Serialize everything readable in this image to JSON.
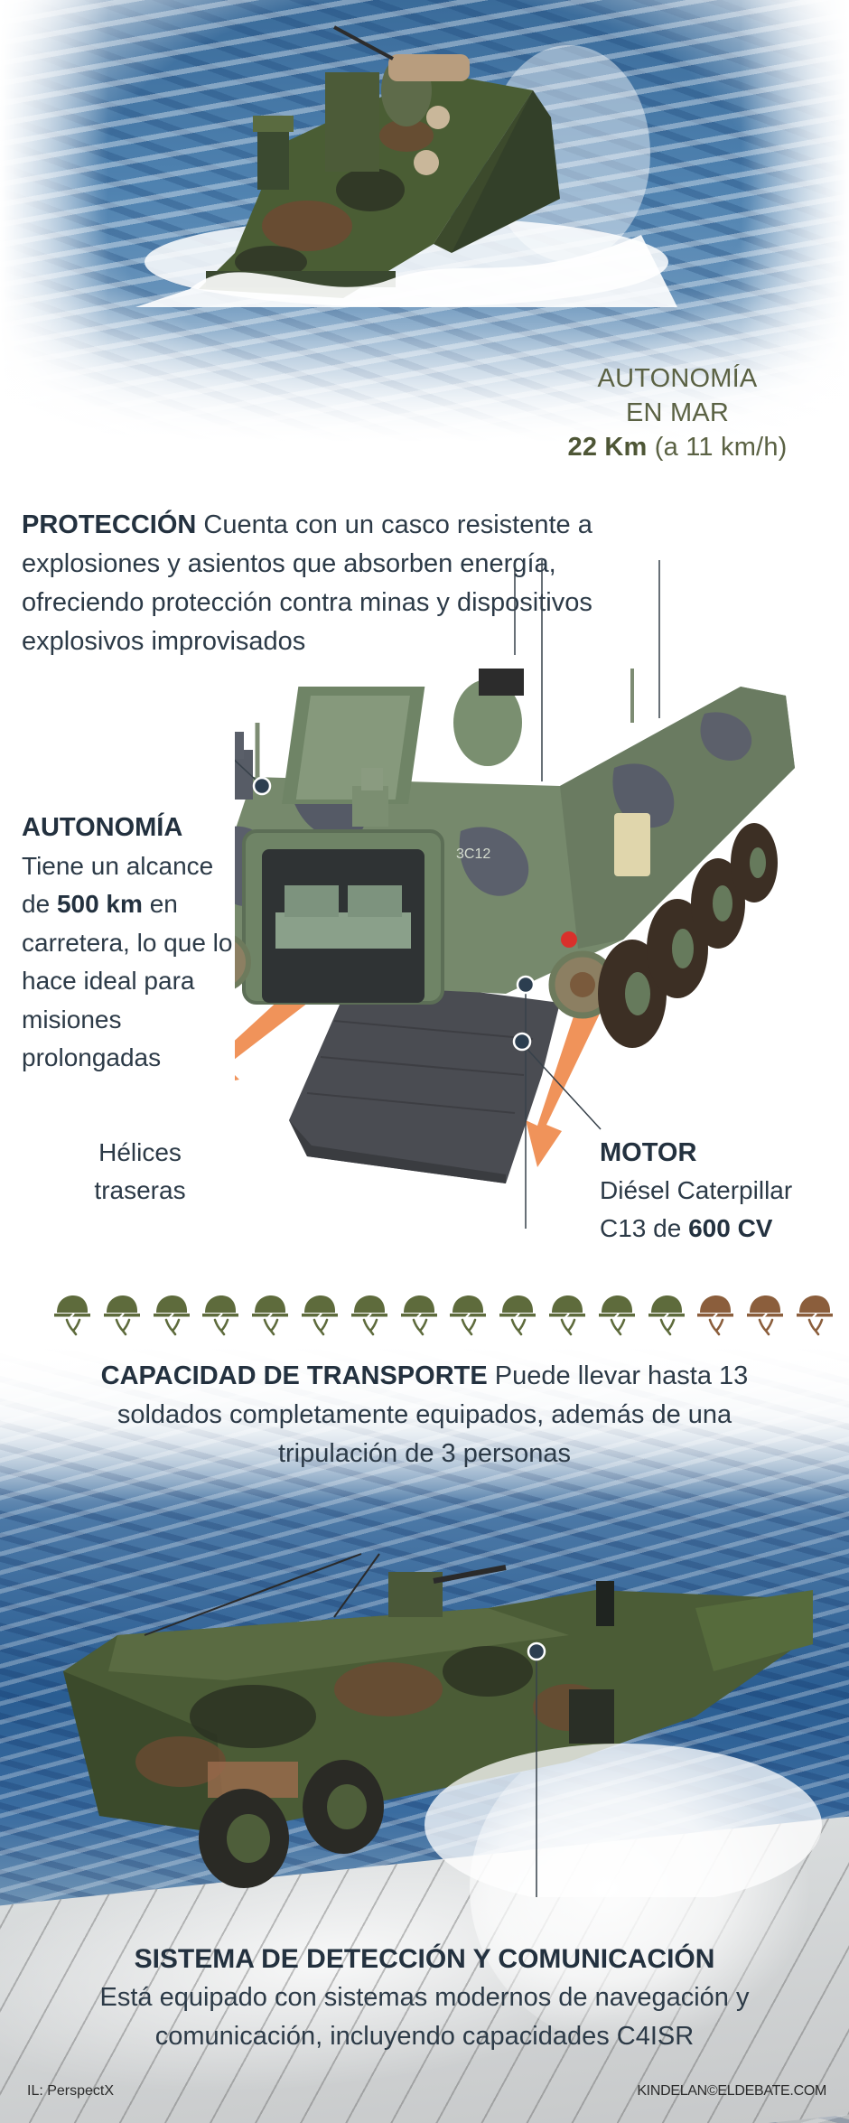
{
  "sea_autonomy": {
    "line1": "AUTONOMÍA",
    "line2": "EN MAR",
    "distance": "22 Km",
    "speed": "(a 11 km/h)"
  },
  "protection": {
    "title": "PROTECCIÓN",
    "text": "Cuenta con un casco resistente a explosiones y asientos que absorben energía, ofreciendo protección contra minas y dispositivos explosivos improvisados"
  },
  "autonomy": {
    "title": "AUTONOMÍA",
    "text_before": "Tiene un alcance de",
    "highlight": "500 km",
    "text_after": "en carretera, lo que lo hace ideal para misiones prolongadas"
  },
  "propellers": {
    "line1": "Hélices",
    "line2": "traseras"
  },
  "motor": {
    "title": "MOTOR",
    "line1": "Diésel Caterpillar",
    "line2_prefix": "C13 de",
    "highlight": "600 CV"
  },
  "vehicle_markings": {
    "code": "3C12"
  },
  "helmets": {
    "soldiers": 13,
    "crew": 3,
    "soldier_color": "#5e6b3c",
    "crew_color": "#8b5e3c"
  },
  "transport": {
    "title": "CAPACIDAD DE TRANSPORTE",
    "text": "Puede llevar hasta 13 soldados completamente equipados, además de una tripulación de 3 personas"
  },
  "detection": {
    "title": "SISTEMA DE DETECCIÓN Y COMUNICACIÓN",
    "text": "Está equipado con sistemas modernos de navegación y comunicación, incluyendo capacidades C4ISR"
  },
  "footer": {
    "credit": "IL:  PerspectX",
    "author": "KINDELAN©ELDEBATE.COM"
  },
  "colors": {
    "text_dark": "#23313f",
    "olive_text": "#5b6244",
    "arrow_orange": "#f0935a",
    "callout_dot": "#2c3e50"
  }
}
